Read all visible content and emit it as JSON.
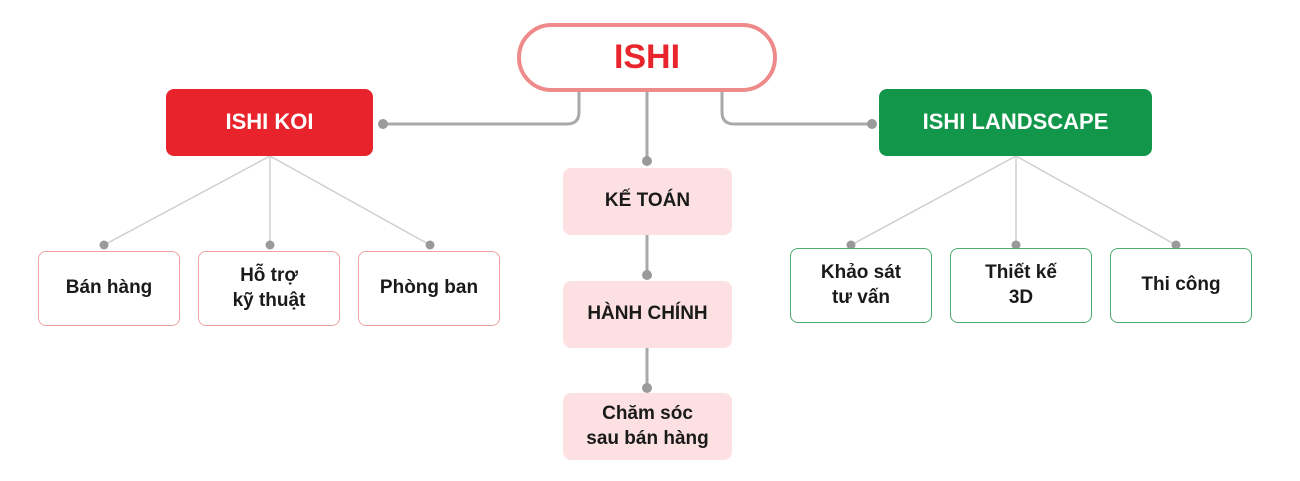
{
  "root": {
    "label": "ISHI"
  },
  "left_branch": {
    "label": "ISHI KOI",
    "color": "#e8232b",
    "children": [
      "Bán hàng",
      "Hỗ trợ\nkỹ thuật",
      "Phòng ban"
    ]
  },
  "right_branch": {
    "label": "ISHI LANDSCAPE",
    "color": "#12974a",
    "children": [
      "Khảo sát\ntư vấn",
      "Thiết kế\n3D",
      "Thi công"
    ]
  },
  "center_chain": [
    "KẾ TOÁN",
    "HÀNH CHÍNH",
    "Chăm sóc\nsau bán hàng"
  ]
}
